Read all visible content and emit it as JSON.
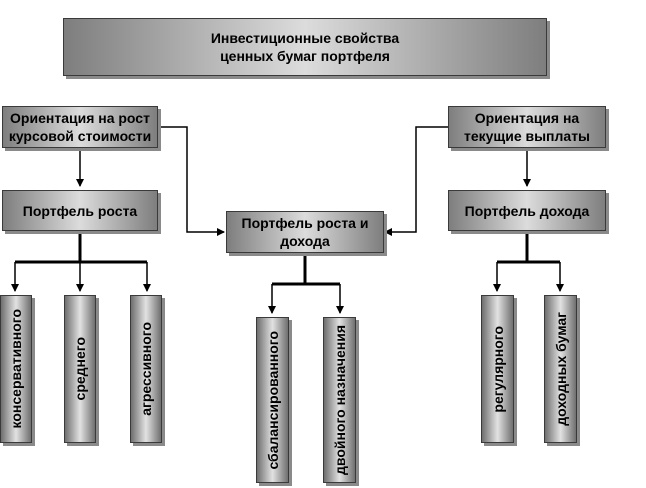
{
  "title": {
    "line1": "Инвестиционные свойства",
    "line2": "ценных бумаг портфеля"
  },
  "left_orientation": {
    "line1": "Ориентация на рост",
    "line2": "курсовой стоимости"
  },
  "right_orientation": {
    "line1": "Ориентация на",
    "line2": "текущие выплаты"
  },
  "growth_portfolio": "Портфель роста",
  "mixed_portfolio": {
    "line1": "Портфель роста и",
    "line2": "дохода"
  },
  "income_portfolio": "Портфель дохода",
  "growth_types": [
    "консервативного",
    "среднего",
    "агрессивного"
  ],
  "mixed_types": [
    "сбалансированного",
    "двойного назначения"
  ],
  "income_types": [
    "регулярного",
    "доходных бумаг"
  ]
}
